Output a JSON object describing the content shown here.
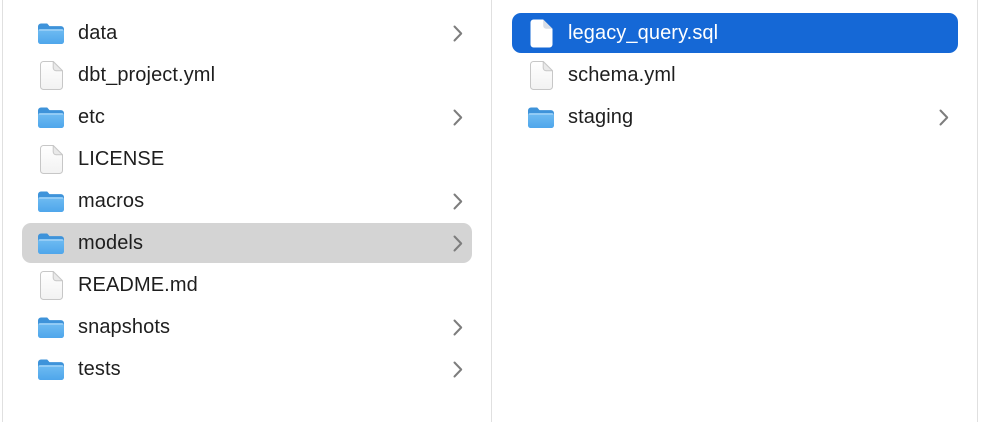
{
  "colors": {
    "selection_active": "#1568d6",
    "selection_inactive": "#d4d4d4",
    "divider": "#e0e0e0",
    "text": "#1e1e1e",
    "text_selected": "#ffffff",
    "chevron": "#7d7d7d",
    "folder_blue_dark": "#3e93da",
    "folder_blue_light": "#6fbcf2"
  },
  "columns": [
    {
      "items": [
        {
          "label": "data",
          "type": "folder",
          "has_chevron": true,
          "selected": "none"
        },
        {
          "label": "dbt_project.yml",
          "type": "file",
          "has_chevron": false,
          "selected": "none"
        },
        {
          "label": "etc",
          "type": "folder",
          "has_chevron": true,
          "selected": "none"
        },
        {
          "label": "LICENSE",
          "type": "file",
          "has_chevron": false,
          "selected": "none"
        },
        {
          "label": "macros",
          "type": "folder",
          "has_chevron": true,
          "selected": "none"
        },
        {
          "label": "models",
          "type": "folder",
          "has_chevron": true,
          "selected": "inactive"
        },
        {
          "label": "README.md",
          "type": "file",
          "has_chevron": false,
          "selected": "none"
        },
        {
          "label": "snapshots",
          "type": "folder",
          "has_chevron": true,
          "selected": "none"
        },
        {
          "label": "tests",
          "type": "folder",
          "has_chevron": true,
          "selected": "none"
        }
      ]
    },
    {
      "items": [
        {
          "label": "legacy_query.sql",
          "type": "file",
          "has_chevron": false,
          "selected": "active"
        },
        {
          "label": "schema.yml",
          "type": "file",
          "has_chevron": false,
          "selected": "none"
        },
        {
          "label": "staging",
          "type": "folder",
          "has_chevron": true,
          "selected": "none"
        }
      ]
    }
  ]
}
